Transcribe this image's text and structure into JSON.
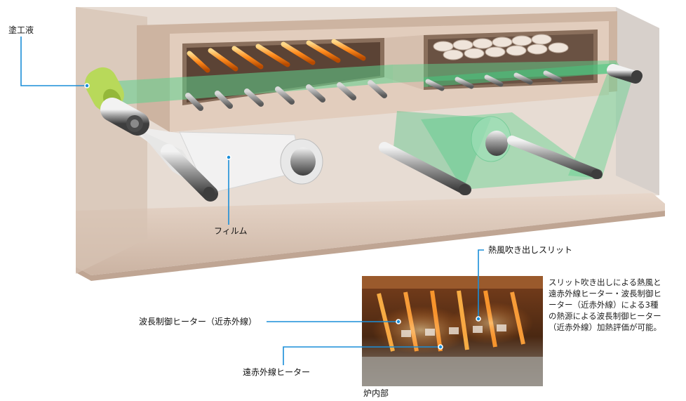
{
  "labels": {
    "coating_liquid": "塗工液",
    "film": "フィルム",
    "hot_air_slit": "熱風吹き出しスリット",
    "wavelength_heater": "波長制御ヒーター（近赤外線）",
    "far_infrared_heater": "遠赤外線ヒーター",
    "furnace_interior": "炉内部"
  },
  "description": "スリット吹き出しによる熱風と\n遠赤外線ヒーター・波長制御ヒ\nーター（近赤外線）による3種\nの熱源による波長制御ヒーター\n（近赤外線）加熱評価が可能。",
  "colors": {
    "leader_line": "#1a8ed8",
    "enclosure": "#d9c3b3",
    "film_green": "#5fd28e",
    "heater_orange": "#ff8a1c"
  },
  "icons": [
    "roller-icon",
    "heater-icon"
  ]
}
